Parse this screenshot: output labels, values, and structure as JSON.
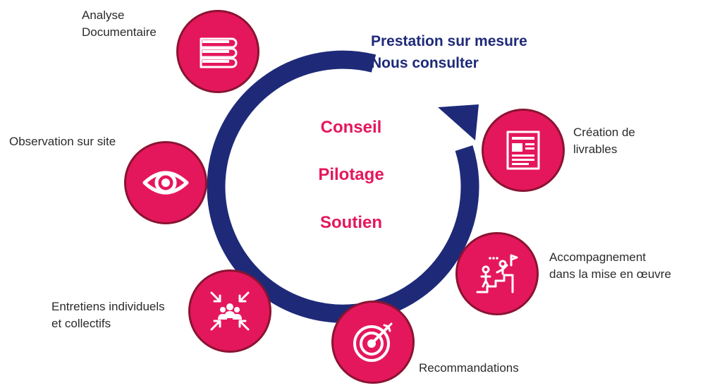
{
  "headline": {
    "line1": "Prestation sur mesure",
    "line2": "Nous consulter"
  },
  "center": {
    "item1": "Conseil",
    "item2": "Pilotage",
    "item3": "Soutien"
  },
  "steps": {
    "analyse": {
      "line1": "Analyse",
      "line2": "Documentaire",
      "icon": "books-icon"
    },
    "observation": {
      "line1": "Observation sur site",
      "icon": "eye-icon"
    },
    "entretiens": {
      "line1": "Entretiens individuels",
      "line2": "et collectifs",
      "icon": "group-converge-icon"
    },
    "recommandations": {
      "line1": "Recommandations",
      "icon": "target-icon"
    },
    "accompagnement": {
      "line1": "Accompagnement",
      "line2": "dans la mise en œuvre",
      "icon": "coaching-stairs-icon"
    },
    "livrables": {
      "line1": "Création de",
      "line2": "livrables",
      "icon": "document-icon"
    }
  },
  "colors": {
    "accent": "#E5175C",
    "ring": "#8B1332",
    "arrow": "#1E2A78",
    "text": "#2B2B2B"
  }
}
